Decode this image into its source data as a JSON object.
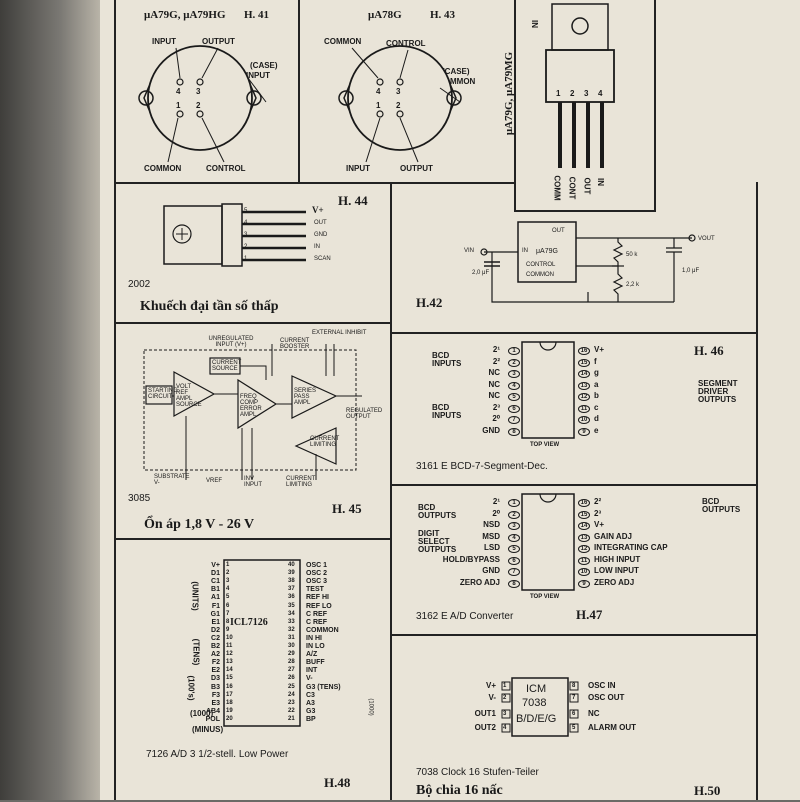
{
  "h41": {
    "title_a": "μA79G, μA79HG",
    "num": "H. 41",
    "input": "INPUT",
    "output": "OUTPUT",
    "case": "(CASE)",
    "case_sub": "INPUT",
    "common": "COMMON",
    "control": "CONTROL",
    "pins": [
      "4",
      "3",
      "1",
      "2"
    ]
  },
  "h43": {
    "title": "μA78G",
    "num": "H. 43",
    "common": "COMMON",
    "control": "CONTROL",
    "case": "(CASE)",
    "case_sub": "COMMON",
    "input": "INPUT",
    "output": "OUTPUT",
    "pins": [
      "4",
      "3",
      "1",
      "2"
    ]
  },
  "pkg_right": {
    "vertical_title": "μA79G, μA79MG",
    "in_top": "IN",
    "pin_nums": [
      "1",
      "2",
      "3",
      "4"
    ],
    "pin_names": [
      "COMM",
      "CONT",
      "OUT",
      "IN"
    ]
  },
  "h44": {
    "num": "H. 44",
    "vplus": "V+",
    "pins": [
      "5",
      "4",
      "3",
      "2",
      "1"
    ],
    "pin_labels": [
      "OUT",
      "GND",
      "IN",
      "SCAN"
    ],
    "code": "2002",
    "caption": "Khuếch đại tần số thấp"
  },
  "h42": {
    "num": "H.42",
    "out": "OUT",
    "in": "IN",
    "chip": "μA79G",
    "control": "CONTROL",
    "common": "COMMON",
    "vin": "VIN",
    "vout": "VOUT",
    "c1": "2,0 μF",
    "r1": "50 k",
    "r2": "2,2 k",
    "c2": "1,0 μF"
  },
  "h45": {
    "num": "H. 45",
    "code": "3085",
    "caption": "Ổn áp 1,8 V - 26 V",
    "unreg_input": "UNREGULATED INPUT (V+)",
    "current_source": "CURRENT SOURCE",
    "current_booster": "CURRENT BOOSTER",
    "external_inhibit": "EXTERNAL INHIBIT",
    "starting_circuit": "STARTING CIRCUIT",
    "volt_ref": "VOLT REF AMPL SOURCE",
    "freq_comp": "FREQ COMP ERROR AMPL",
    "series_pass": "SERIES PASS AMPL",
    "current_limiting": "CURRENT LIMITING",
    "regulated_output": "REGULATED OUTPUT",
    "substrate": "SUBSTRATE V-",
    "vref": "VREF",
    "inv_input": "INV INPUT",
    "current_limiting_b": "CURRENT LIMITING",
    "pin_nums": [
      "3",
      "2",
      "7",
      "1",
      "4",
      "6",
      "5",
      "8"
    ]
  },
  "h46": {
    "num": "H. 46",
    "code": "3161 E BCD-7-Segment-Dec.",
    "bcd_inputs": "BCD INPUTS",
    "bcd_inputs2": "BCD INPUTS",
    "segment_outputs": "SEGMENT DRIVER OUTPUTS",
    "top_view": "TOP VIEW",
    "left_pins": [
      {
        "label": "2¹",
        "num": "1"
      },
      {
        "label": "2²",
        "num": "2"
      },
      {
        "label": "NC",
        "num": "3"
      },
      {
        "label": "NC",
        "num": "4"
      },
      {
        "label": "NC",
        "num": "5"
      },
      {
        "label": "2³",
        "num": "6"
      },
      {
        "label": "2⁰",
        "num": "7"
      },
      {
        "label": "GND",
        "num": "8"
      }
    ],
    "right_pins": [
      {
        "num": "16",
        "label": "V+"
      },
      {
        "num": "15",
        "label": "f"
      },
      {
        "num": "14",
        "label": "g"
      },
      {
        "num": "13",
        "label": "a"
      },
      {
        "num": "12",
        "label": "b"
      },
      {
        "num": "11",
        "label": "c"
      },
      {
        "num": "10",
        "label": "d"
      },
      {
        "num": "9",
        "label": "e"
      }
    ]
  },
  "h47": {
    "num": "H.47",
    "code": "3162 E A/D Converter",
    "top_view": "TOP VIEW",
    "bcd_outputs_l": "BCD OUTPUTS",
    "digit_select": "DIGIT SELECT OUTPUTS",
    "left_pins": [
      {
        "label": "2¹",
        "num": "1"
      },
      {
        "label": "2⁰",
        "num": "2"
      },
      {
        "label": "NSD",
        "num": "3"
      },
      {
        "label": "MSD",
        "num": "4"
      },
      {
        "label": "LSD",
        "num": "5"
      },
      {
        "label": "HOLD/BYPASS",
        "num": "6"
      },
      {
        "label": "GND",
        "num": "7"
      },
      {
        "label": "ZERO ADJ",
        "num": "8"
      }
    ],
    "right_pins": [
      {
        "num": "16",
        "label": "2²"
      },
      {
        "num": "15",
        "label": "2³"
      },
      {
        "num": "14",
        "label": "V+"
      },
      {
        "num": "13",
        "label": "GAIN ADJ"
      },
      {
        "num": "12",
        "label": "INTEGRATING CAP"
      },
      {
        "num": "11",
        "label": "HIGH INPUT"
      },
      {
        "num": "10",
        "label": "LOW INPUT"
      },
      {
        "num": "9",
        "label": "ZERO ADJ"
      }
    ],
    "bcd_outputs_r": "BCD OUTPUTS"
  },
  "h48": {
    "num": "H.48",
    "chip": "ICL7126",
    "caption": "7126 A/D 3 1/2-stell. Low Power",
    "units": "(UNITS)",
    "tens": "(TENS)",
    "hundreds": "(100's)",
    "thousand": "(1000)",
    "minus": "(MINUS)",
    "left_pins": [
      "V+",
      "D1",
      "C1",
      "B1",
      "A1",
      "F1",
      "G1",
      "E1",
      "D2",
      "C2",
      "B2",
      "A2",
      "F2",
      "E2",
      "D3",
      "B3",
      "F3",
      "E3",
      "AB4",
      "POL"
    ],
    "right_pins": [
      "OSC 1",
      "OSC 2",
      "OSC 3",
      "TEST",
      "REF HI",
      "REF LO",
      "C REF",
      "C REF",
      "COMMON",
      "IN HI",
      "IN LO",
      "A/Z",
      "BUFF",
      "INT",
      "V-",
      "G3 (TENS)",
      "C3",
      "A3",
      "G3",
      "BP"
    ],
    "tens_r": "(1000)"
  },
  "h50": {
    "num": "H.50",
    "chip_line1": "ICM",
    "chip_line2": "7038",
    "chip_line3": "B/D/E/G",
    "left_pins": [
      {
        "label": "V+",
        "num": "1"
      },
      {
        "label": "V-",
        "num": "2"
      },
      {
        "label": "OUT1",
        "num": "3"
      },
      {
        "label": "OUT2",
        "num": "4"
      }
    ],
    "right_pins": [
      {
        "num": "8",
        "label": "OSC IN"
      },
      {
        "num": "7",
        "label": "OSC OUT"
      },
      {
        "num": "6",
        "label": "NC"
      },
      {
        "num": "5",
        "label": "ALARM OUT"
      }
    ],
    "code": "7038 Clock 16 Stufen-Teiler",
    "caption": "Bộ chia 16 nấc"
  }
}
